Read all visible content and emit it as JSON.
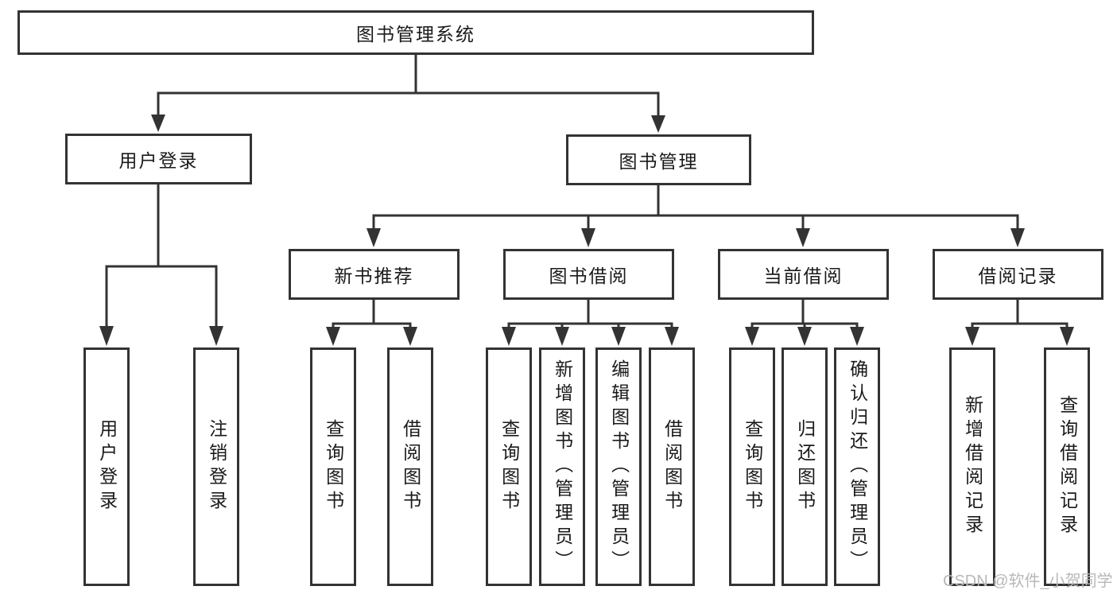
{
  "tree": {
    "root": {
      "label": "图书管理系统"
    },
    "children": [
      {
        "label": "用户登录",
        "children": [
          {
            "label": "用户登录"
          },
          {
            "label": "注销登录"
          }
        ]
      },
      {
        "label": "图书管理",
        "children": [
          {
            "label": "新书推荐",
            "children": [
              {
                "label": "查询图书"
              },
              {
                "label": "借阅图书"
              }
            ]
          },
          {
            "label": "图书借阅",
            "children": [
              {
                "label": "查询图书"
              },
              {
                "label": "新增图书（管理员）"
              },
              {
                "label": "编辑图书（管理员）"
              },
              {
                "label": "借阅图书"
              }
            ]
          },
          {
            "label": "当前借阅",
            "children": [
              {
                "label": "查询图书"
              },
              {
                "label": "归还图书"
              },
              {
                "label": "确认归还（管理员）"
              }
            ]
          },
          {
            "label": "借阅记录",
            "children": [
              {
                "label": "新增借阅记录"
              },
              {
                "label": "查询借阅记录"
              }
            ]
          }
        ]
      }
    ]
  },
  "watermark": "CSDN @软件_小贺同学",
  "colors": {
    "line": "#333333",
    "border": "#333333",
    "text": "#1a1a1a",
    "background": "#ffffff",
    "watermark": "#b8b8b8"
  }
}
